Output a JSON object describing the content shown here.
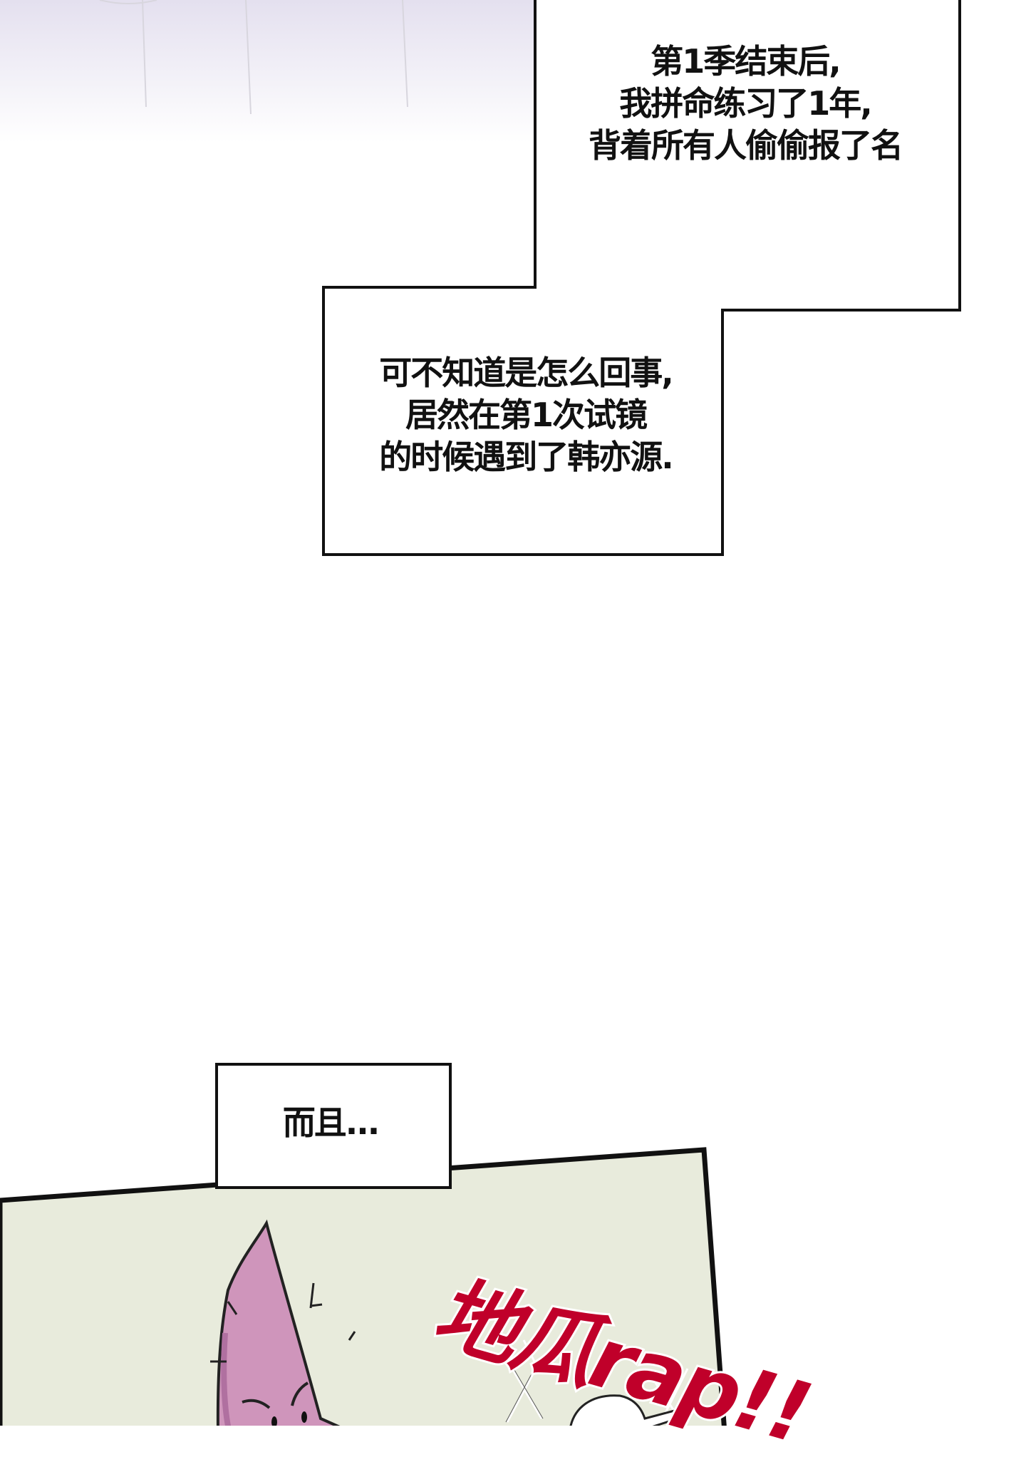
{
  "captions": {
    "box1": {
      "lines": [
        "第1季结束后,",
        "我拼命练习了1年,",
        "背着所有人偷偷报了名"
      ]
    },
    "box2": {
      "lines": [
        "可不知道是怎么回事,",
        "居然在第1次试镜",
        "的时候遇到了韩亦源."
      ]
    },
    "box3": {
      "lines": [
        "而且..."
      ]
    }
  },
  "sound_effect": {
    "text": "地瓜rap!!",
    "color": "#c0002a"
  },
  "colors": {
    "panel_bg": "#e8ebdc",
    "sweet_potato": "#cf95bb",
    "top_fade": "#e4e0ef"
  }
}
